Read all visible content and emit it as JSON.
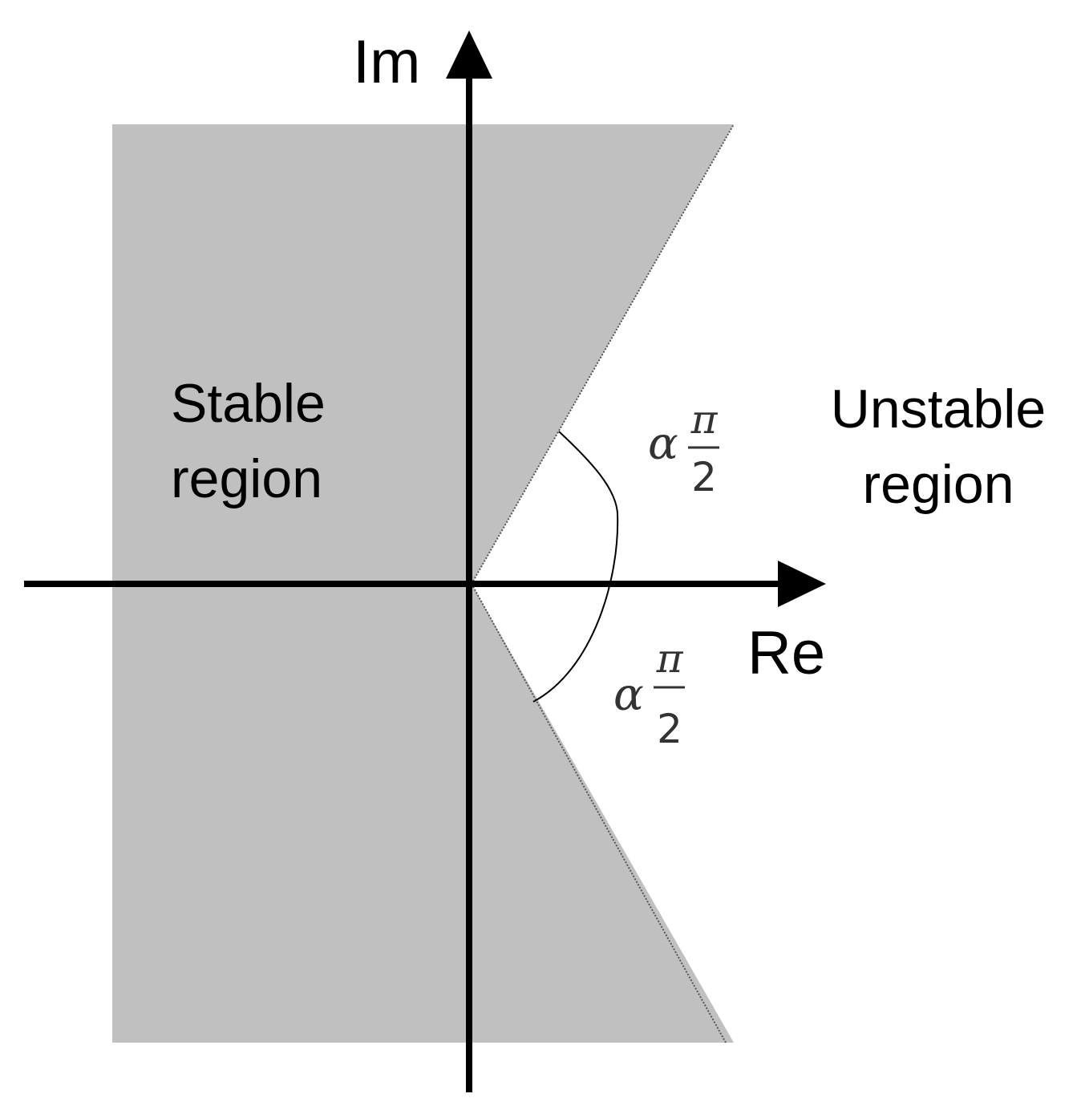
{
  "axes": {
    "imaginary_label": "Im",
    "real_label": "Re"
  },
  "regions": {
    "stable": {
      "line1": "Stable",
      "line2": "region",
      "fill_color": "#c0c0c0"
    },
    "unstable": {
      "line1": "Unstable",
      "line2": "region",
      "fill_color": "#ffffff"
    }
  },
  "angle_labels": {
    "upper": {
      "coefficient": "α",
      "numerator": "π",
      "denominator": "2"
    },
    "lower": {
      "coefficient": "α",
      "numerator": "π",
      "denominator": "2"
    }
  },
  "colors": {
    "axis": "#000000",
    "boundary": "#555555",
    "math_text": "#333333"
  }
}
